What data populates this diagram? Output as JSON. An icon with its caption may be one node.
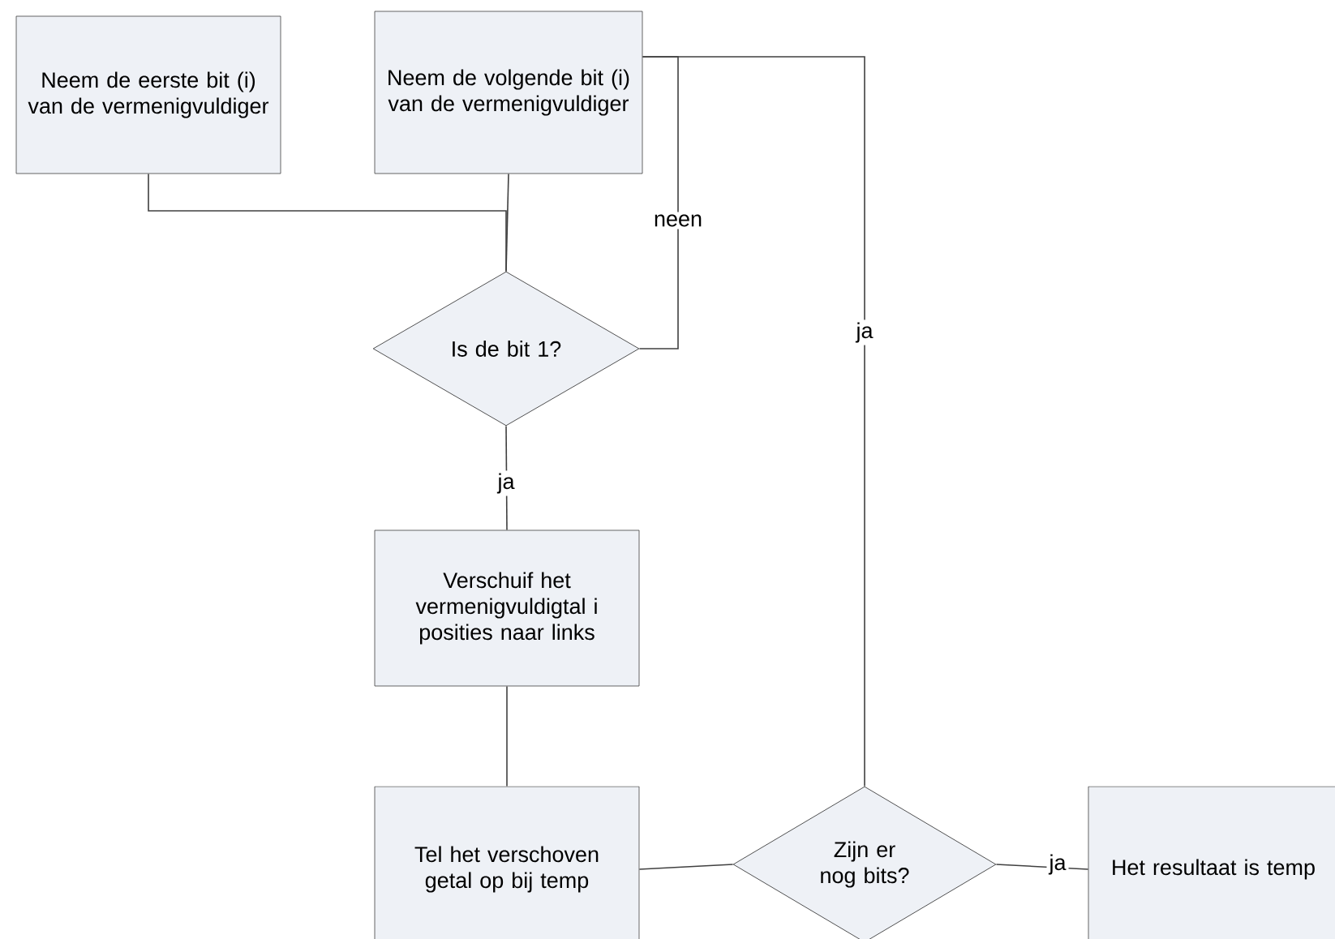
{
  "diagram": {
    "nodes": [
      {
        "text": [
          "Neem de eerste bit (i) van de vermenigvuldiger"
        ]
      },
      {
        "text": [
          "Neem de volgende bit (i) van de vermenigvuldiger"
        ]
      },
      {
        "text": [
          "Is de bit 1?"
        ]
      },
      {
        "text": [
          "Verschuif het vermenigvuldigtal i posities naar links"
        ]
      },
      {
        "text": [
          "Tel het verschoven getal op bij temp"
        ]
      },
      {
        "text": [
          "Zijn er nog bits?"
        ]
      },
      {
        "text": [
          "Het resultaat is temp"
        ]
      }
    ],
    "edges": [
      {
        "from": 0,
        "to": 2,
        "arrow": "none"
      },
      {
        "from": 1,
        "to": 2,
        "arrow": "none"
      },
      {
        "from": 2,
        "to": 1,
        "arrow": "none",
        "label": "neen"
      },
      {
        "from": 2,
        "to": 3,
        "arrow": "none",
        "label": "ja"
      },
      {
        "from": 3,
        "to": 4,
        "arrow": "none"
      },
      {
        "from": 4,
        "to": 5,
        "arrow": "none"
      },
      {
        "from": 5,
        "to": 1,
        "arrow": "none",
        "label": "ja"
      },
      {
        "from": 5,
        "to": 6,
        "arrow": "none",
        "label": "ja"
      }
    ]
  }
}
